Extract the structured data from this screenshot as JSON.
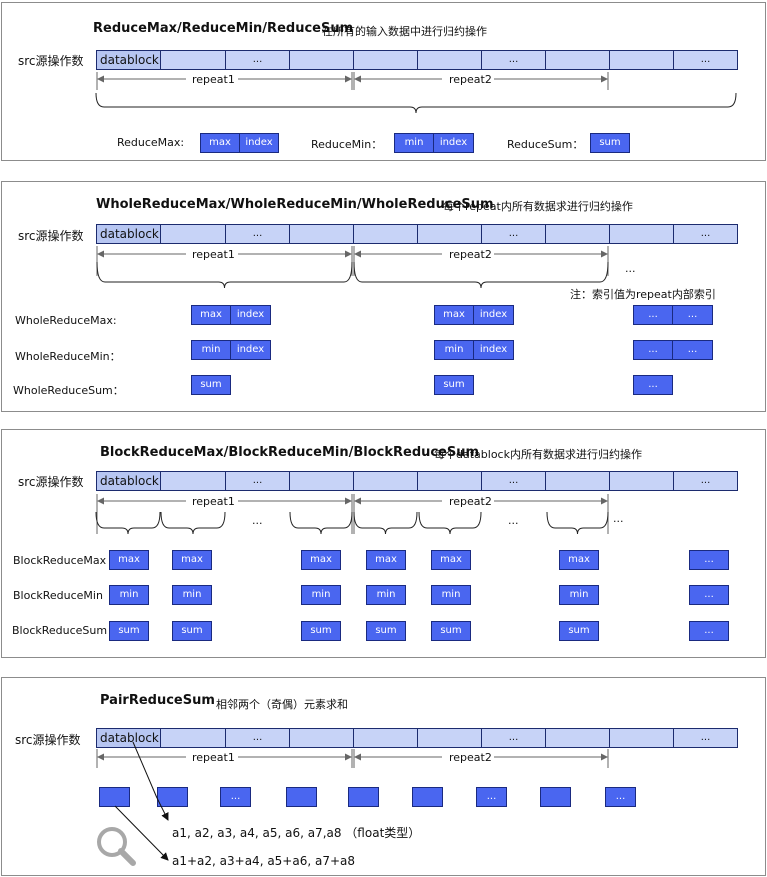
{
  "src_label": "src源操作数",
  "first_cell": "datablock",
  "ellipsis": "...",
  "repeat1": "repeat1",
  "repeat2": "repeat2",
  "panel1": {
    "title": "ReduceMax/ReduceMin/ReduceSum",
    "desc": "在所有的输入数据中进行归约操作",
    "max_label": "ReduceMax:",
    "min_label": "ReduceMin：",
    "sum_label": "ReduceSum：",
    "max": "max",
    "min": "min",
    "index": "index",
    "sum": "sum"
  },
  "panel2": {
    "title": "WholeReduceMax/WholeReduceMin/WholeReduceSum",
    "desc": "每个repeat内所有数据求进行归约操作",
    "note": "注：索引值为repeat内部索引",
    "max_label": "WholeReduceMax:",
    "min_label": "WholeReduceMin：",
    "sum_label": "WholeReduceSum：",
    "max": "max",
    "min": "min",
    "index": "index",
    "sum": "sum"
  },
  "panel3": {
    "title": "BlockReduceMax/BlockReduceMin/BlockReduceSum",
    "desc": "每个datablock内所有数据求进行归约操作",
    "max_label": "BlockReduceMax",
    "min_label": "BlockReduceMin",
    "sum_label": "BlockReduceSum",
    "max": "max",
    "min": "min",
    "sum": "sum"
  },
  "panel4": {
    "title": "PairReduceSum",
    "desc": "相邻两个（奇偶）元素求和",
    "line1": "a1, a2, a3, a4, a5, a6, a7,a8  （float类型）",
    "line2": "a1+a2,  a3+a4,  a5+a6, a7+a8"
  },
  "colors": {
    "cell_fill": "#c7d3f7",
    "box_fill": "#4a66f0",
    "line": "#555555"
  }
}
